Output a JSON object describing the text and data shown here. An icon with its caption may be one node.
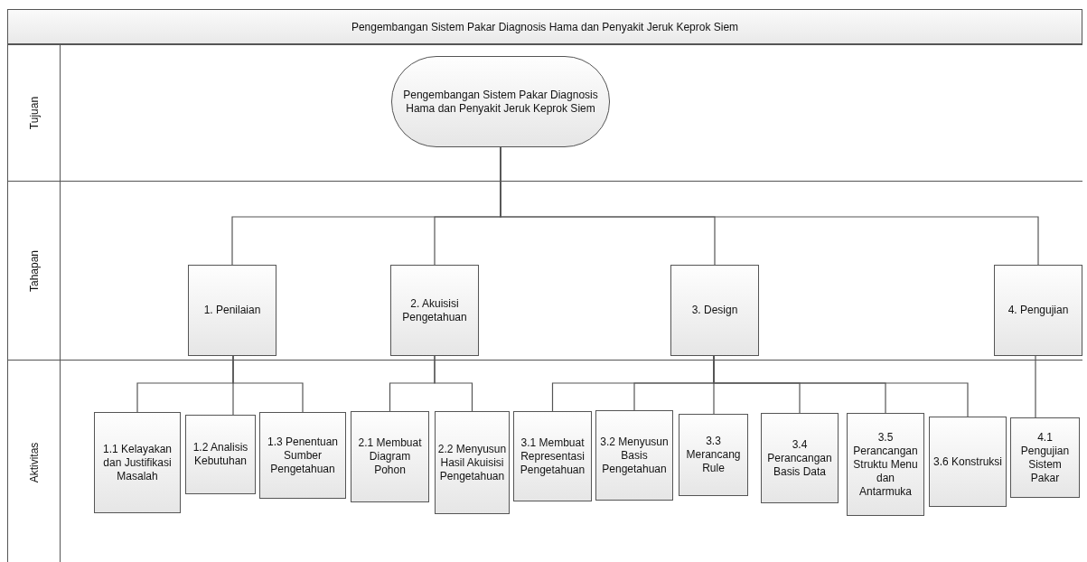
{
  "diagram": {
    "title": "Pengembangan Sistem Pakar Diagnosis Hama dan Penyakit Jeruk Keprok Siem",
    "nodes": [
      {
        "text": [
          "Tujuan"
        ]
      },
      {
        "text": [
          "Tahapan"
        ]
      },
      {
        "text": [
          "Aktivitas"
        ]
      },
      {
        "text": [
          "Pengembangan Sistem Pakar Diagnosis Hama dan Penyakit Jeruk Keprok Siem"
        ],
        "in": 0
      },
      {
        "text": [
          "1. Penilaian"
        ],
        "in": 1
      },
      {
        "text": [
          "2. Akuisisi Pengetahuan"
        ],
        "in": 1
      },
      {
        "text": [
          "3. Design"
        ],
        "in": 1
      },
      {
        "text": [
          "4. Pengujian"
        ],
        "in": 1
      },
      {
        "text": [
          "1.1 Kelayakan dan Justifikasi Masalah"
        ],
        "in": 2
      },
      {
        "text": [
          "1.2 Analisis Kebutuhan"
        ],
        "in": 2
      },
      {
        "text": [
          "1.3 Penentuan Sumber Pengetahuan"
        ],
        "in": 2
      },
      {
        "text": [
          "2.1 Membuat Diagram Pohon"
        ],
        "in": 2
      },
      {
        "text": [
          "2.2 Menyusun Hasil Akuisisi Pengetahuan"
        ],
        "in": 2
      },
      {
        "text": [
          "3.1 Membuat Representasi Pengetahuan"
        ],
        "in": 2
      },
      {
        "text": [
          "3.2 Menyusun Basis Pengetahuan"
        ],
        "in": 2
      },
      {
        "text": [
          "3.3 Merancang Rule"
        ],
        "in": 2
      },
      {
        "text": [
          "3.4 Perancangan Basis Data"
        ],
        "in": 2
      },
      {
        "text": [
          "3.5 Perancangan Struktu Menu dan Antarmuka"
        ],
        "in": 2
      },
      {
        "text": [
          "3.6 Konstruksi"
        ],
        "in": 2
      },
      {
        "text": [
          "4.1 Pengujian Sistem Pakar"
        ],
        "in": 2
      }
    ],
    "edges": [
      {
        "from": 3,
        "to": 4,
        "arrow": "none"
      },
      {
        "from": 3,
        "to": 5,
        "arrow": "none"
      },
      {
        "from": 3,
        "to": 6,
        "arrow": "none"
      },
      {
        "from": 3,
        "to": 7,
        "arrow": "none"
      },
      {
        "from": 4,
        "to": 8,
        "arrow": "none"
      },
      {
        "from": 4,
        "to": 9,
        "arrow": "none"
      },
      {
        "from": 4,
        "to": 10,
        "arrow": "none"
      },
      {
        "from": 5,
        "to": 11,
        "arrow": "none"
      },
      {
        "from": 5,
        "to": 12,
        "arrow": "none"
      },
      {
        "from": 6,
        "to": 13,
        "arrow": "none"
      },
      {
        "from": 6,
        "to": 14,
        "arrow": "none"
      },
      {
        "from": 6,
        "to": 15,
        "arrow": "none"
      },
      {
        "from": 6,
        "to": 16,
        "arrow": "none"
      },
      {
        "from": 6,
        "to": 17,
        "arrow": "none"
      },
      {
        "from": 6,
        "to": 18,
        "arrow": "none"
      },
      {
        "from": 7,
        "to": 19,
        "arrow": "none"
      }
    ]
  }
}
